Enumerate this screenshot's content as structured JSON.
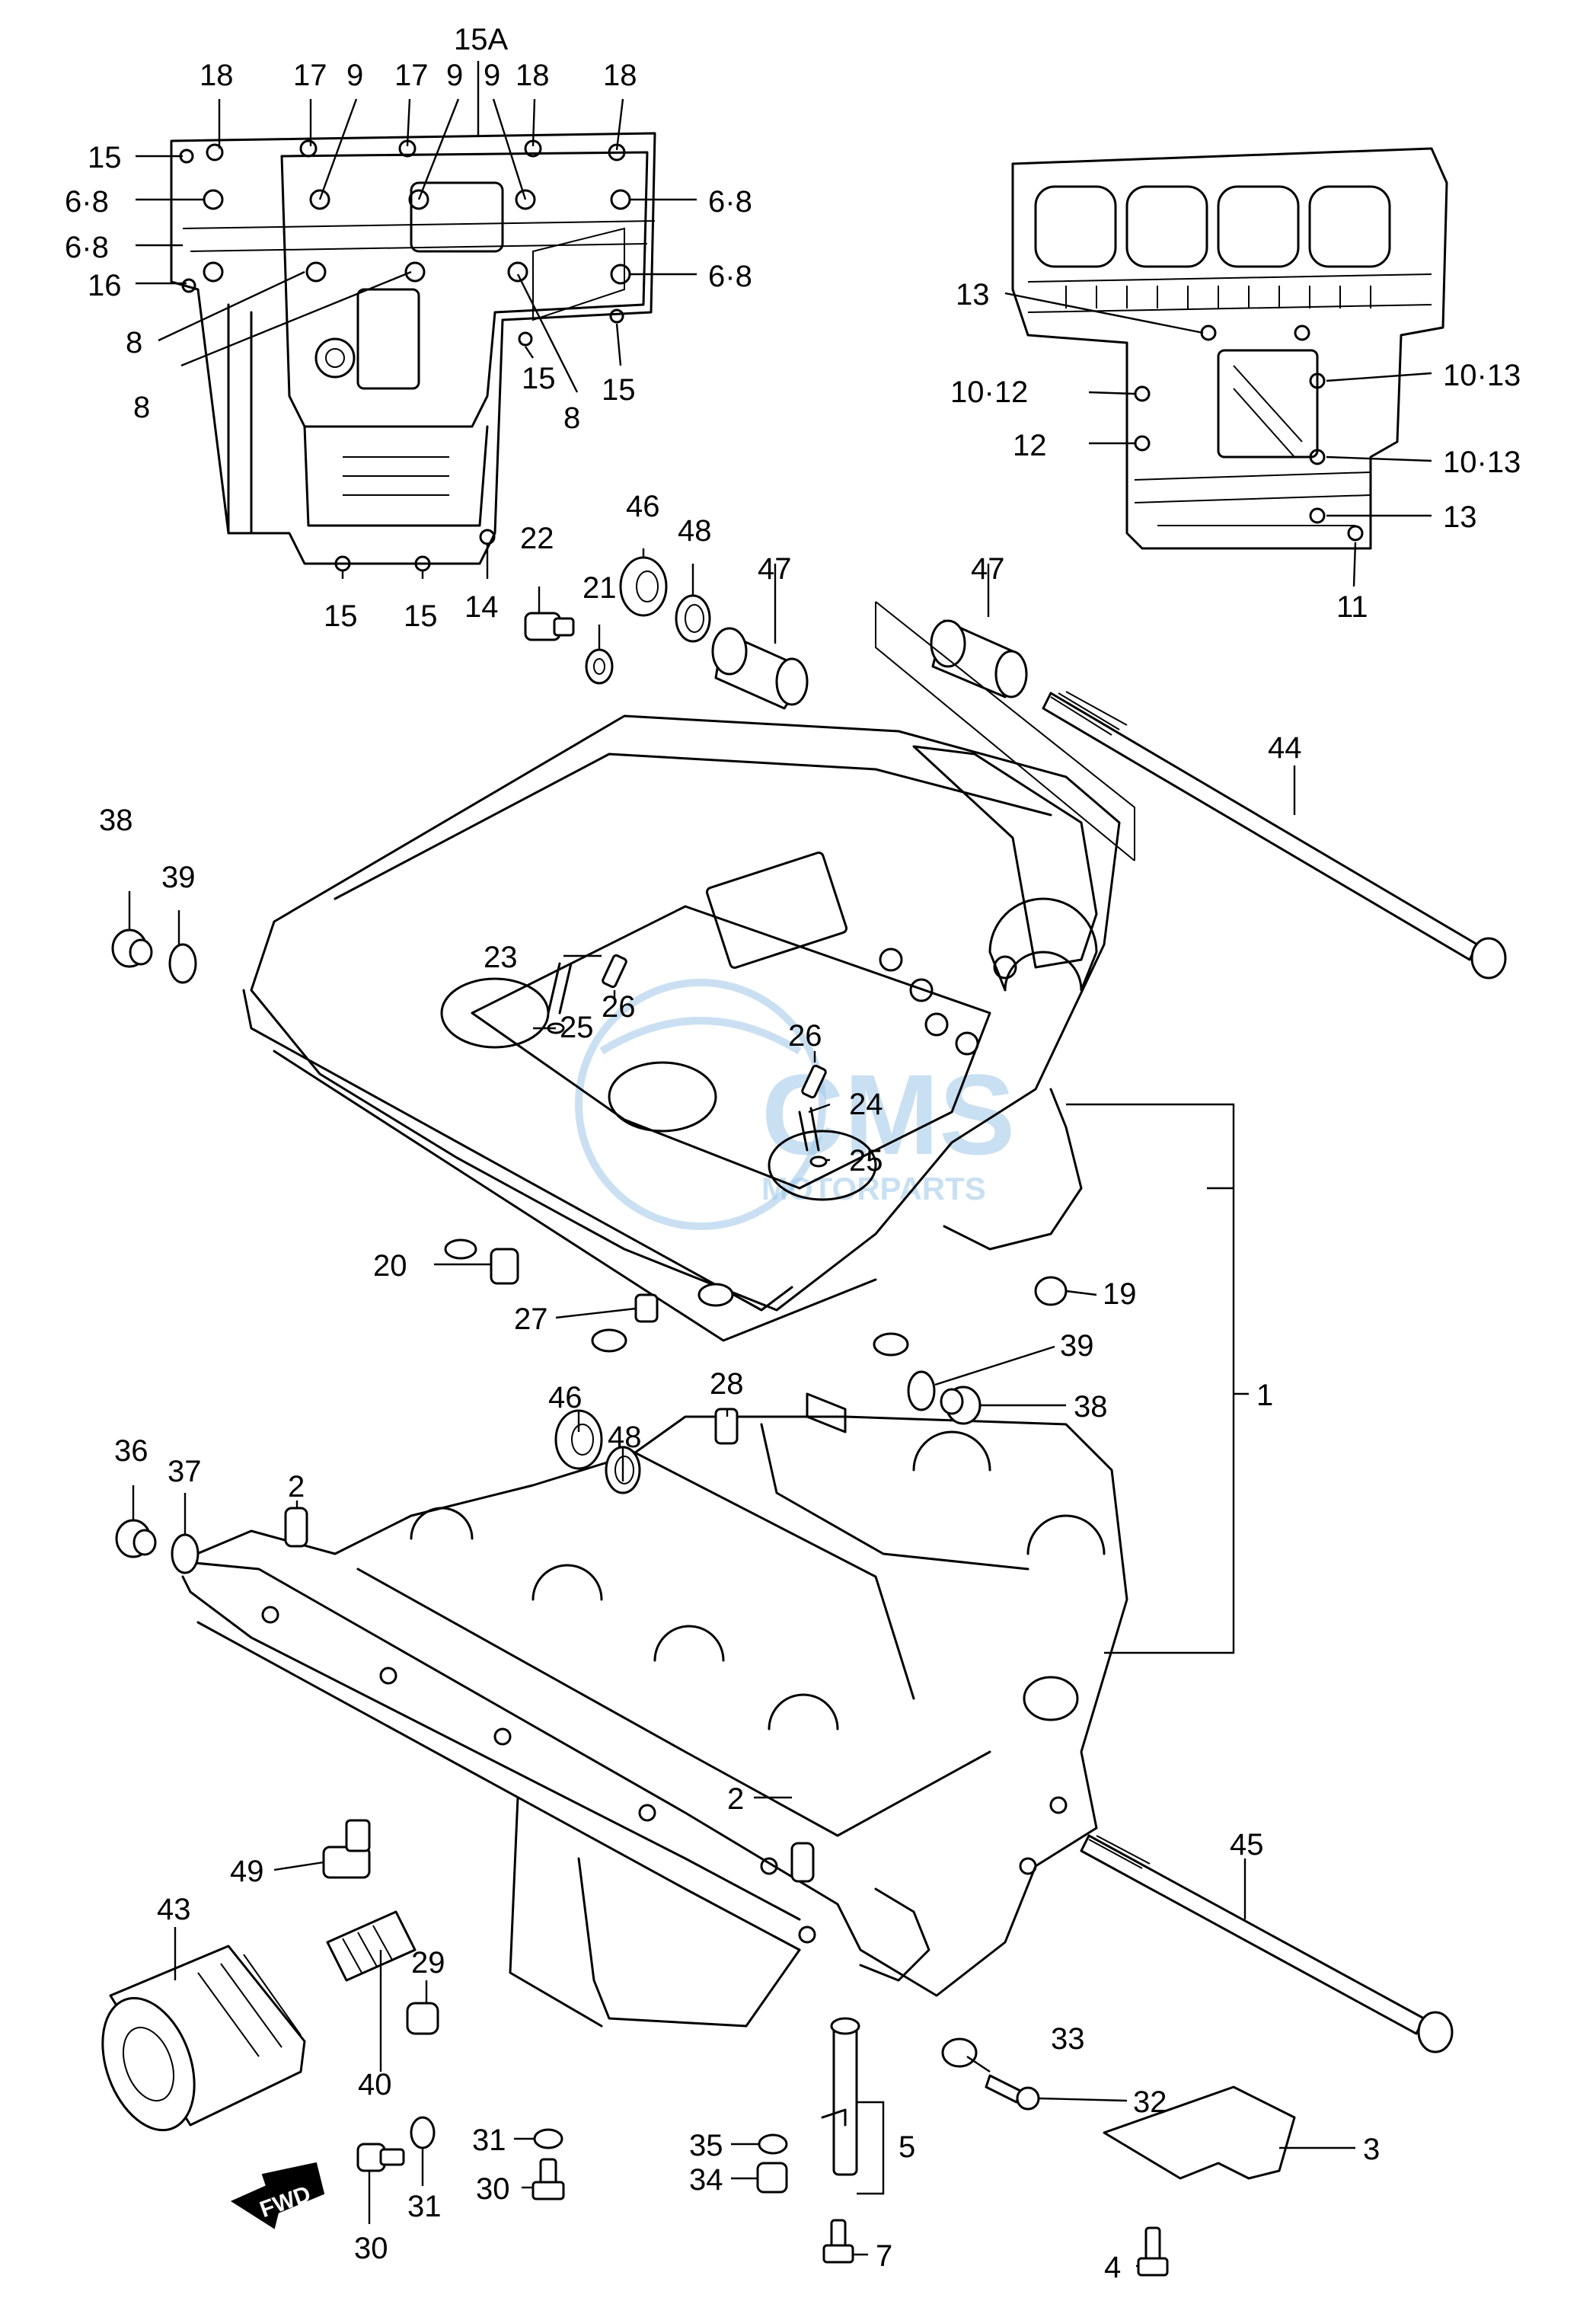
{
  "watermark": {
    "brand": "CMS",
    "tagline": "MOTORPARTS"
  },
  "fwd_arrow": {
    "label": "FWD"
  },
  "callouts": [
    "18",
    "17",
    "9",
    "17",
    "9",
    "15A",
    "9",
    "18",
    "18",
    "15",
    "6·8",
    "6·8",
    "16",
    "8",
    "8",
    "6·8",
    "6·8",
    "15",
    "15",
    "8",
    "15",
    "15",
    "14",
    "13",
    "10·12",
    "12",
    "10·13",
    "10·13",
    "13",
    "11",
    "22",
    "21",
    "46",
    "48",
    "47",
    "47",
    "44",
    "38",
    "39",
    "23",
    "26",
    "25",
    "26",
    "24",
    "25",
    "20",
    "27",
    "19",
    "39",
    "38",
    "1",
    "46",
    "48",
    "28",
    "36",
    "37",
    "2",
    "2",
    "45",
    "43",
    "49",
    "40",
    "29",
    "33",
    "32",
    "3",
    "31",
    "31",
    "35",
    "34",
    "30",
    "30",
    "5",
    "7",
    "4"
  ]
}
